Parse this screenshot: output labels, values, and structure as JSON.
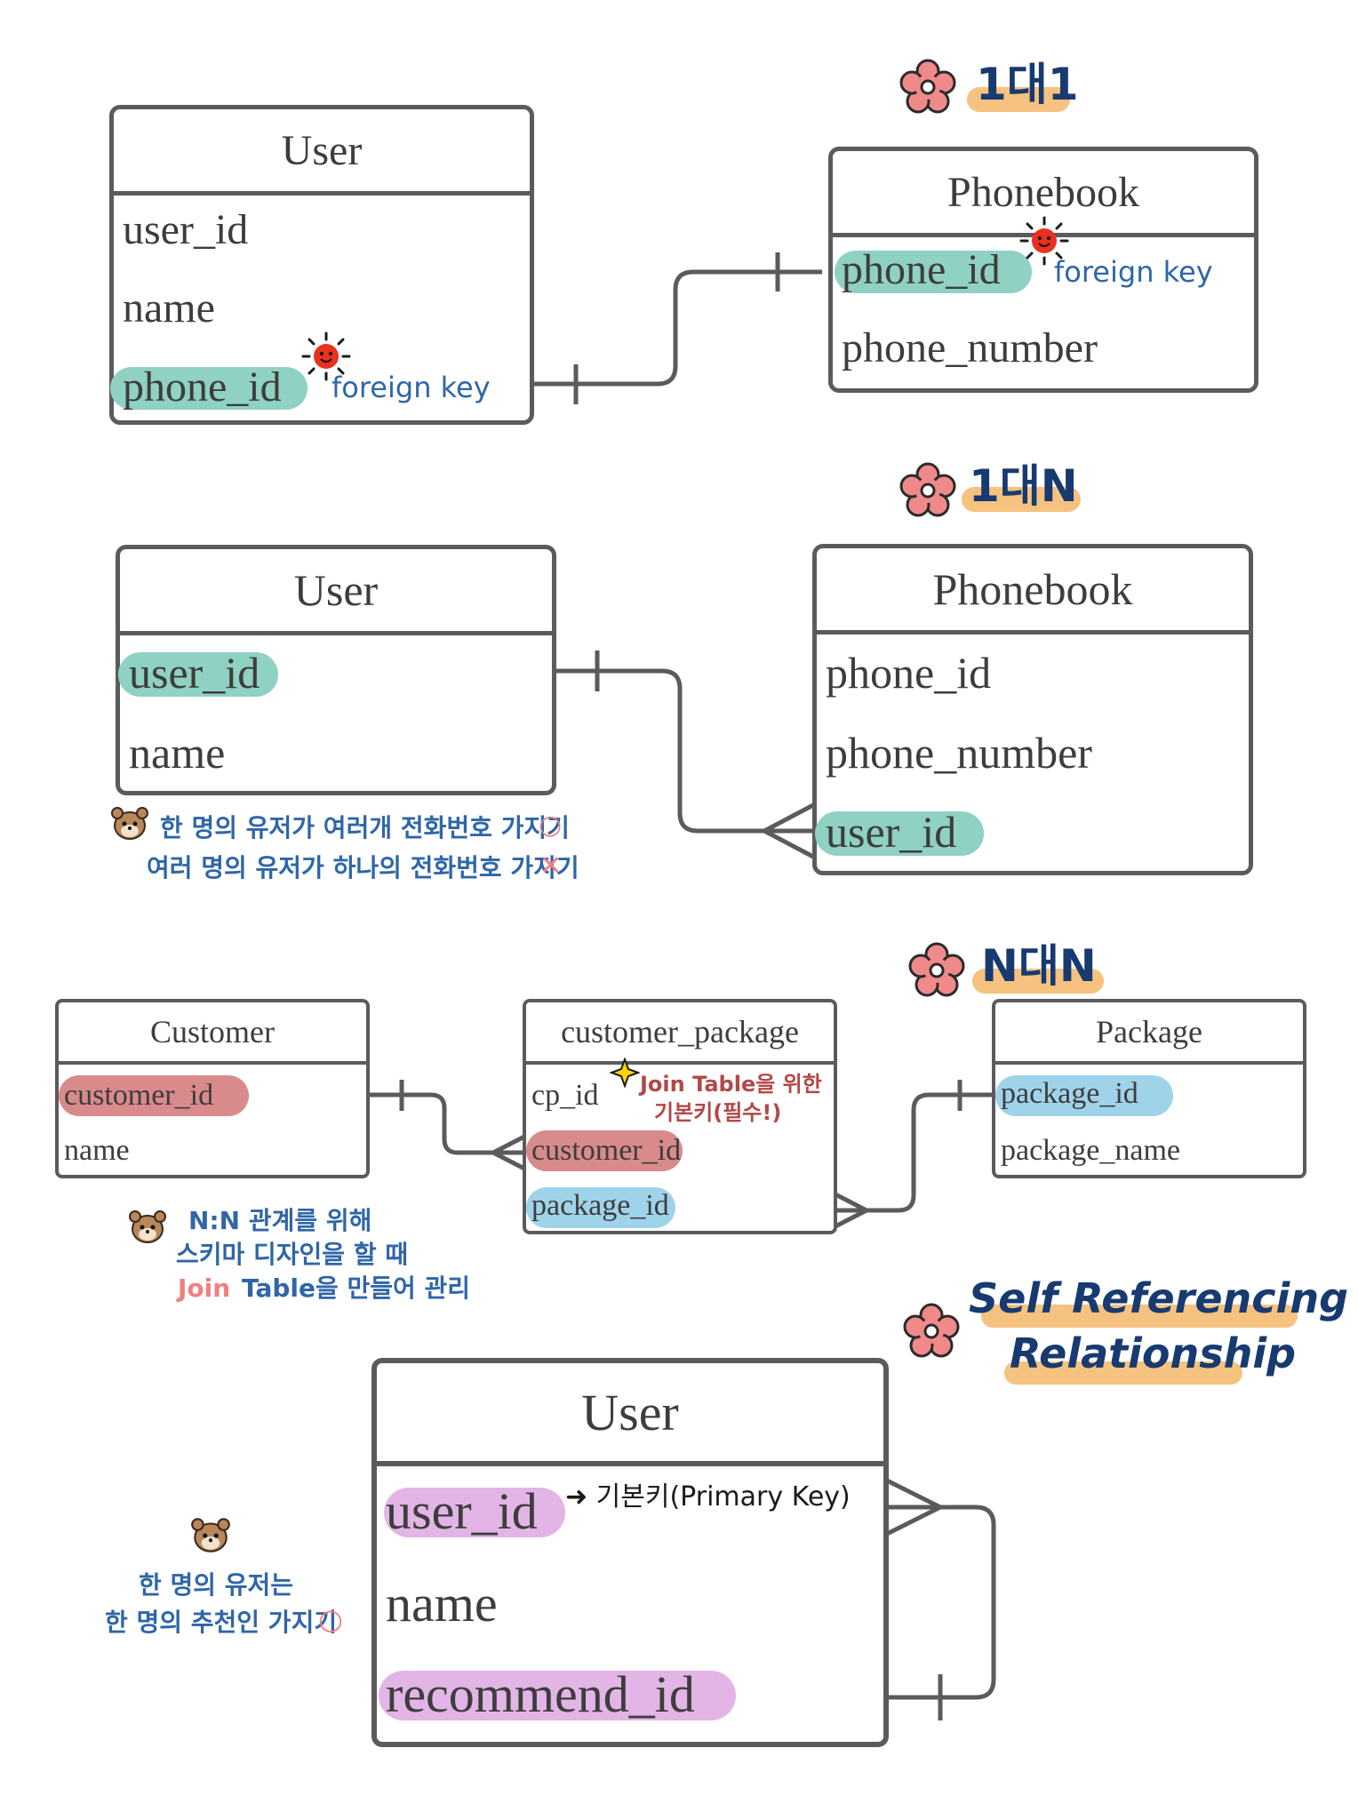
{
  "sections": {
    "one_to_one": "1대1",
    "one_to_n": "1대N",
    "n_to_n": "N대N",
    "self_ref_line1": "Self Referencing",
    "self_ref_line2": "Relationship"
  },
  "d1": {
    "user": {
      "title": "User",
      "fields": [
        "user_id",
        "name",
        "phone_id"
      ]
    },
    "phonebook": {
      "title": "Phonebook",
      "fields": [
        "phone_id",
        "phone_number"
      ]
    },
    "fk_user": "foreign key",
    "fk_phonebook": "foreign key"
  },
  "d2": {
    "user": {
      "title": "User",
      "fields": [
        "user_id",
        "name"
      ]
    },
    "phonebook": {
      "title": "Phonebook",
      "fields": [
        "phone_id",
        "phone_number",
        "user_id"
      ]
    },
    "note_line1": "한 명의 유저가 여러개 전화번호 가지기",
    "note_line1_mark": "○",
    "note_line2": "여러 명의 유저가 하나의 전화번호 가지기",
    "note_line2_mark": "✕"
  },
  "d3": {
    "customer": {
      "title": "Customer",
      "fields": [
        "customer_id",
        "name"
      ]
    },
    "join": {
      "title": "customer_package",
      "fields": [
        "cp_id",
        "customer_id",
        "package_id"
      ]
    },
    "package": {
      "title": "Package",
      "fields": [
        "package_id",
        "package_name"
      ]
    },
    "join_note_line1": "Join Table을 위한",
    "join_note_line2": "기본키(필수!)",
    "note_line1": "N:N 관계를 위해",
    "note_line2": "스키마 디자인을 할 때",
    "note_line3_join": "Join",
    "note_line3_rest": "Table을 만들어 관리"
  },
  "d4": {
    "user": {
      "title": "User",
      "fields": [
        "user_id",
        "name",
        "recommend_id"
      ]
    },
    "pk_note": "➜ 기본키(Primary Key)",
    "note_line1": "한 명의 유저는",
    "note_line2": "한 명의 추천인 가지기",
    "note_line2_mark": "○"
  },
  "colors": {
    "teal": "#8fd1c2",
    "red": "#d98a8a",
    "blue": "#9fd3ea",
    "purple": "#e3b4e6",
    "heading": "#173a70",
    "underline": "#f6c27f",
    "flower": "#f08a8a",
    "note": "#2f66a8"
  }
}
